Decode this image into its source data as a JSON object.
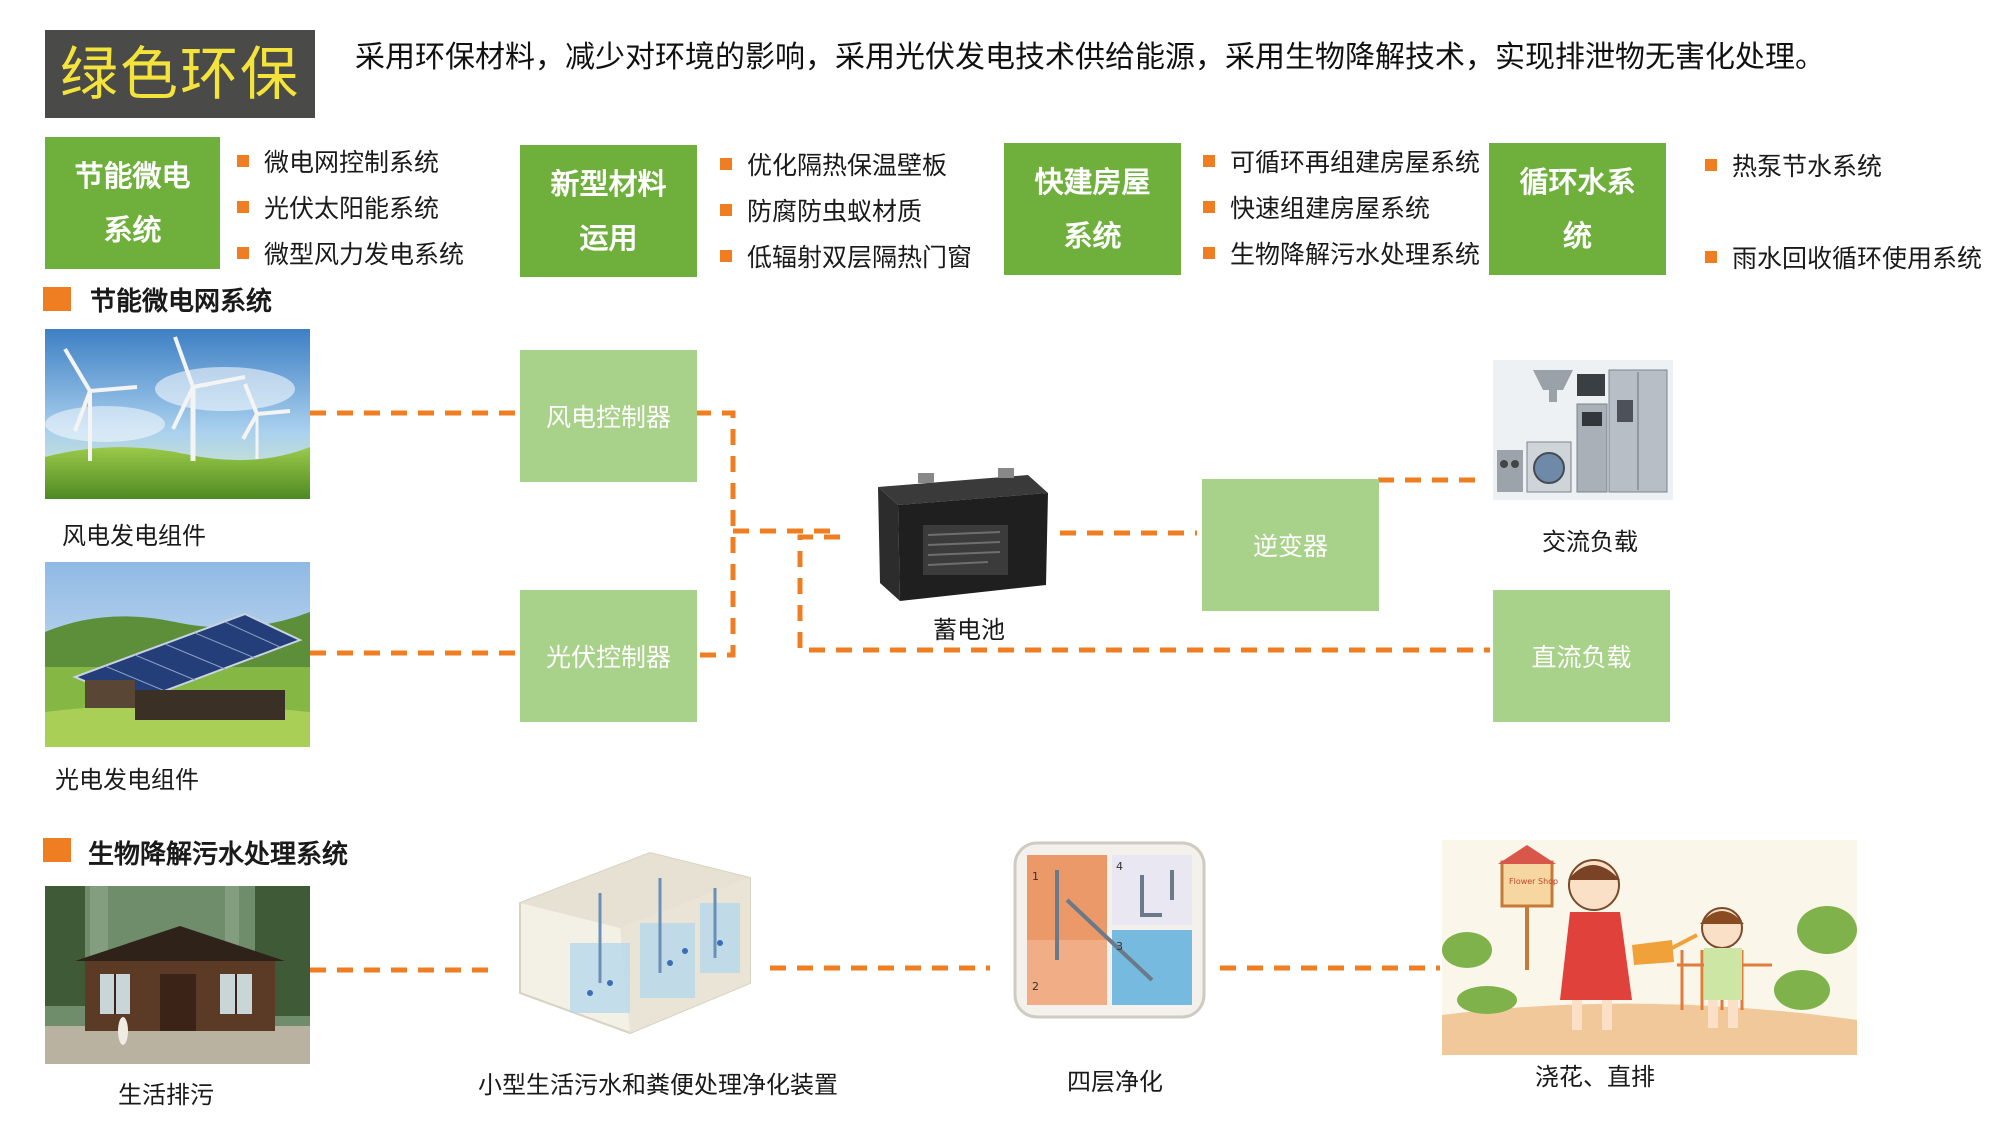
{
  "header": {
    "title": "绿色环保",
    "intro": "采用环保材料，减少对环境的影响，采用光伏发电技术供给能源，采用生物降解技术，实现排泄物无害化处理。"
  },
  "categories": [
    {
      "name": "节能微电系统",
      "items": [
        "微电网控制系统",
        "光伏太阳能系统",
        "微型风力发电系统"
      ]
    },
    {
      "name": "新型材料运用",
      "items": [
        "优化隔热保温壁板",
        "防腐防虫蚁材质",
        "低辐射双层隔热门窗"
      ]
    },
    {
      "name": "快建房屋系统",
      "items": [
        "可循环再组建房屋系统",
        "快速组建房屋系统",
        "生物降解污水处理系统"
      ]
    },
    {
      "name": "循环水系统",
      "items": [
        "热泵节水系统",
        "雨水回收循环使用系统"
      ]
    }
  ],
  "microgrid": {
    "section_title": "节能微电网系统",
    "wind_caption": "风电发电组件",
    "solar_caption": "光电发电组件",
    "wind_controller": "风电控制器",
    "pv_controller": "光伏控制器",
    "battery_caption": "蓄电池",
    "inverter": "逆变器",
    "ac_load": "交流负载",
    "dc_load": "直流负载"
  },
  "sewage": {
    "section_title": "生物降解污水处理系统",
    "captions": [
      "生活排污",
      "小型生活污水和粪便处理净化装置",
      "四层净化",
      "浇花、直排"
    ],
    "sign_text": "Flower Shop",
    "layer_numbers": [
      "1",
      "2",
      "3",
      "4"
    ]
  },
  "colors": {
    "accent": "#ef7d22",
    "category_green": "#6faf3c",
    "box_green": "#a8d189",
    "title_bg": "#4a4a48",
    "title_text": "#f3e33a"
  }
}
